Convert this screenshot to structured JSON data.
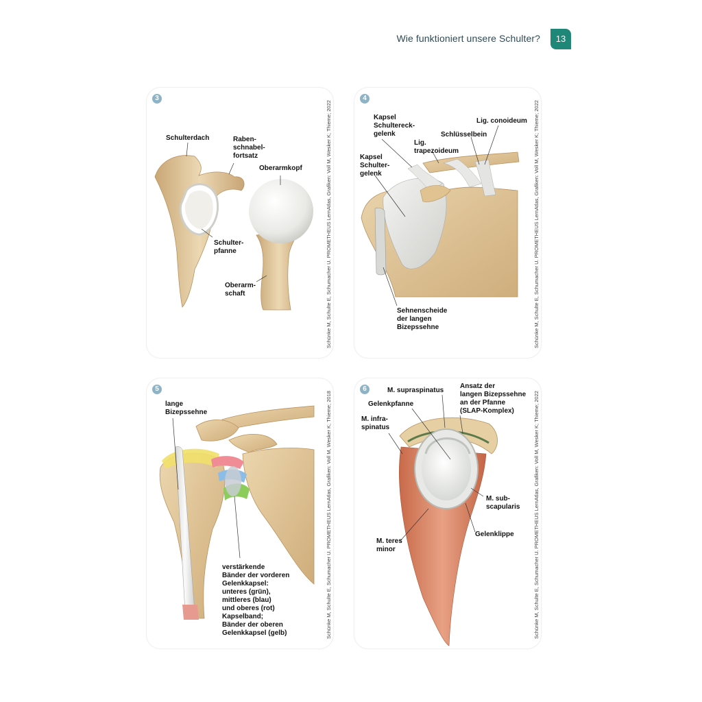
{
  "header": {
    "title": "Wie funktioniert unsere Schulter?",
    "page_number": "13"
  },
  "cards": [
    {
      "badge": "3",
      "credit": "Schünke M, Schulte E, Schumacher U. PROMETHEUS LernAtlas, Grafiken: Voll M, Wesker K; Thieme; 2022",
      "labels": {
        "schulterdach": "Schulterdach",
        "rabenschnabel": "Raben-\nschnabel-\nfortsatz",
        "oberarmkopf": "Oberarmkopf",
        "schulterpfanne": "Schulter-\npfanne",
        "oberarmschaft": "Oberarm-\nschaft"
      }
    },
    {
      "badge": "4",
      "credit": "Schünke M, Schulte E, Schumacher U. PROMETHEUS LernAtlas, Grafiken: Voll M, Wesker K; Thieme; 2022",
      "labels": {
        "kapsel_schultereck": "Kapsel\nSchultereck-\ngelenk",
        "lig_conoideum": "Lig. conoideum",
        "schluesselbein": "Schlüsselbein",
        "lig_trapezoideum": "Lig.\ntrapezoideum",
        "kapsel_schultergelenk": "Kapsel\nSchulter-\ngelenk",
        "sehnenscheide": "Sehnenscheide\nder langen\nBizepssehne"
      }
    },
    {
      "badge": "5",
      "credit": "Schünke M, Schulte E, Schumacher U. PROMETHEUS LernAtlas, Grafiken: Voll M, Wesker K; Thieme; 2018",
      "labels": {
        "lange_bizepssehne": "lange\nBizepssehne",
        "baender": "verstärkende\nBänder der vorderen\nGelenkkapsel:\nunteres (grün),\nmittleres (blau)\nund oberes (rot)\nKapselband;\nBänder der oberen\nGelenkkapsel (gelb)"
      }
    },
    {
      "badge": "6",
      "credit": "Schünke M, Schulte E, Schumacher U. PROMETHEUS LernAtlas, Grafiken: Voll M, Wesker K; Thieme; 2022",
      "labels": {
        "supraspinatus": "M. supraspinatus",
        "ansatz": "Ansatz der\nlangen Bizepssehne\nan der Pfanne\n(SLAP-Komplex)",
        "gelenkpfanne": "Gelenkpfanne",
        "infraspinatus": "M. infra-\nspinatus",
        "subscapularis": "M. sub-\nscapularis",
        "gelenklippe": "Gelenklippe",
        "teres_minor": "M. teres\nminor"
      }
    }
  ],
  "colors": {
    "accent": "#1f8778",
    "badge": "#8fb3c6",
    "bone": "#e8cfa3"
  }
}
